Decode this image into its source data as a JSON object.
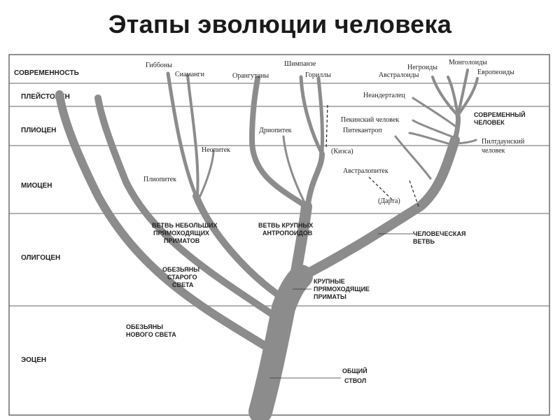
{
  "title": "Этапы эволюции человека",
  "eras": [
    "СОВРЕМЕННОСТЬ",
    "ПЛЕЙСТОЦЕН",
    "ПЛИОЦЕН",
    "МИОЦЕН",
    "ОЛИГОЦЕН",
    "ЭОЦЕН"
  ],
  "species": {
    "gibbons": "Гиббоны",
    "siamangs": "Сиаманги",
    "orangutans": "Орангутаны",
    "chimpanzee": "Шимпанзе",
    "gorillas": "Гориллы",
    "negroids": "Негроиды",
    "australoids": "Австралоиды",
    "mongoloids": "Монголоиды",
    "europeoids": "Европеоиды",
    "neanderthal": "Неандерталец",
    "peking_man": "Пекинский человек",
    "pithecanthropus": "Питекантроп",
    "modern_man_1": "СОВРЕМЕННЫЙ",
    "modern_man_2": "ЧЕЛОВЕК",
    "piltdown_1": "Пилтдаунский",
    "piltdown_2": "человек",
    "dryopithecus": "Дриопитек",
    "kisza": "(Кизса)",
    "neopithecus": "Неопитек",
    "australopithecus": "Австралопитек",
    "darta": "(Дарта)",
    "pliopithecus": "Плиопитек"
  },
  "branches": {
    "small_primates": [
      "ВЕТВЬ НЕБОЛЬШИХ",
      "ПРЯМОХОДЯЩИХ",
      "ПРИМАТОВ"
    ],
    "large_anthropoids": [
      "ВЕТВЬ КРУПНЫХ",
      "АНТРОПОИДОВ"
    ],
    "human_branch": [
      "ЧЕЛОВЕЧЕСКАЯ",
      "ВЕТВЬ"
    ],
    "old_world": [
      "ОБЕЗЬЯНЫ",
      "СТАРОГО",
      "СВЕТА"
    ],
    "large_upright": [
      "КРУПНЫЕ",
      "ПРЯМОХОДЯЩИЕ",
      "ПРИМАТЫ"
    ],
    "new_world": [
      "ОБЕЗЬЯНЫ",
      "НОВОГО СВЕТА"
    ],
    "common_trunk": [
      "ОБЩИЙ",
      "СТВОЛ"
    ]
  }
}
